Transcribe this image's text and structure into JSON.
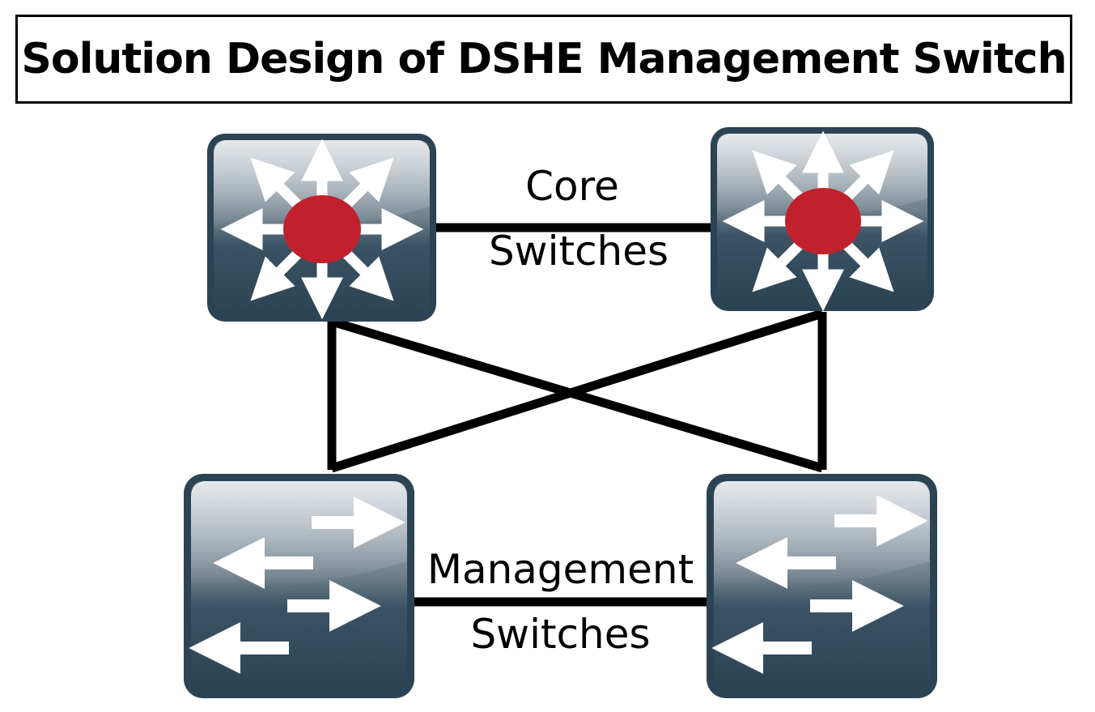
{
  "title": "Solution Design of DSHE Management Switch",
  "labels": {
    "core": [
      "Core",
      "Switches"
    ],
    "management": [
      "Management",
      "Switches"
    ]
  },
  "colors": {
    "switch_dark": "#2f4657",
    "switch_light": "#a9b3ba",
    "core_center": "#c0212c",
    "arrow": "#ffffff",
    "link": "#000000"
  },
  "nodes": [
    {
      "id": "core-1",
      "type": "core-switch",
      "icon": "layer3-switch-icon"
    },
    {
      "id": "core-2",
      "type": "core-switch",
      "icon": "layer3-switch-icon"
    },
    {
      "id": "mgmt-1",
      "type": "management-switch",
      "icon": "workgroup-switch-icon"
    },
    {
      "id": "mgmt-2",
      "type": "management-switch",
      "icon": "workgroup-switch-icon"
    }
  ],
  "links": [
    {
      "from": "core-1",
      "to": "core-2"
    },
    {
      "from": "mgmt-1",
      "to": "mgmt-2"
    },
    {
      "from": "core-1",
      "to": "mgmt-1"
    },
    {
      "from": "core-2",
      "to": "mgmt-2"
    },
    {
      "from": "core-1",
      "to": "mgmt-2"
    },
    {
      "from": "core-2",
      "to": "mgmt-1"
    }
  ]
}
